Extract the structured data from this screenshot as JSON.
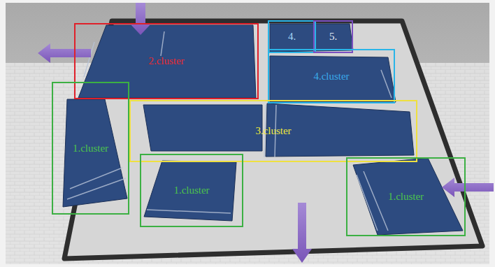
{
  "diagram": {
    "nodes": [
      {
        "text": [
          "2.cluster"
        ]
      },
      {
        "text": [
          "4."
        ]
      },
      {
        "text": [
          "5."
        ]
      },
      {
        "text": [
          "4.cluster"
        ]
      },
      {
        "text": [
          "1.cluster"
        ]
      },
      {
        "text": [
          "3.cluster"
        ]
      },
      {
        "text": [
          "1.cluster"
        ]
      },
      {
        "text": [
          "1.cluster"
        ]
      }
    ]
  }
}
